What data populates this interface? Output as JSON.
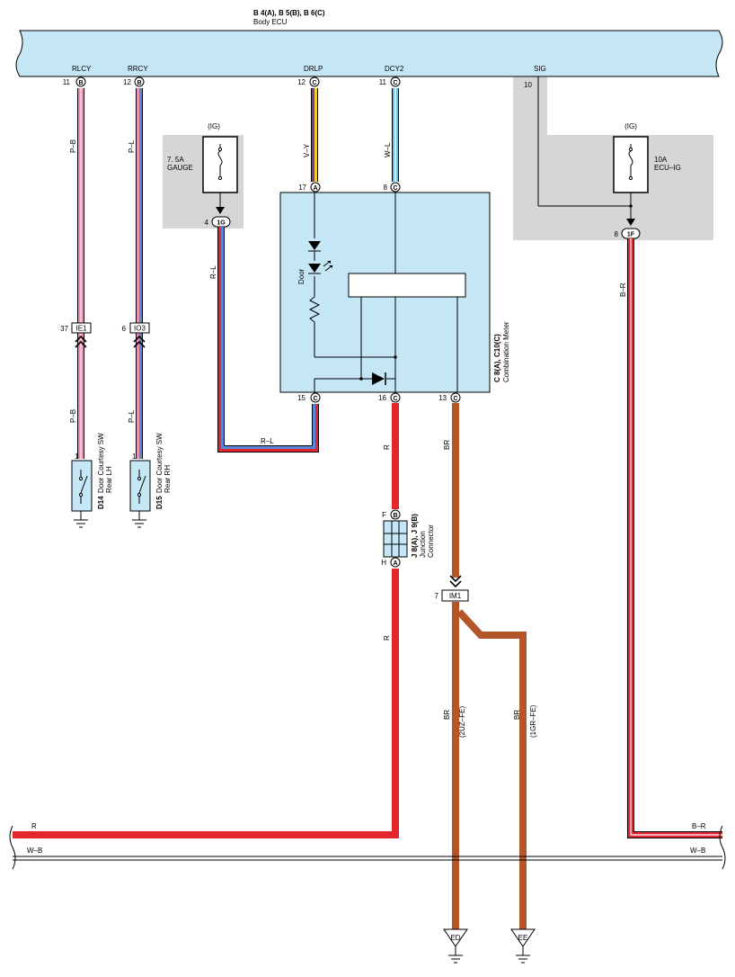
{
  "header": {
    "connectors": "B 4(A), B 5(B), B 6(C)",
    "name": "Body ECU"
  },
  "ecu_terminals": {
    "rlcy": {
      "name": "RLCY",
      "pin": "11",
      "conn": "B"
    },
    "rrcy": {
      "name": "RRCY",
      "pin": "12",
      "conn": "B"
    },
    "drlp": {
      "name": "DRLP",
      "pin": "12",
      "conn": "C"
    },
    "dcy2": {
      "name": "DCY2",
      "pin": "11",
      "conn": "C"
    },
    "sig": {
      "name": "SIG",
      "pin": "10"
    }
  },
  "wires": {
    "rlcy_upper": "P–B",
    "rlcy_lower": "P–B",
    "rrcy_upper": "P–L",
    "rrcy_lower": "P–L",
    "drlp": "V–Y",
    "dcy2": "W–L",
    "gauge_vertical": "R–L",
    "gauge_horizontal": "R–L",
    "pin16_upper": "R",
    "pin16_lower": "R",
    "pin13": "BR",
    "sig_out": "B–R",
    "br_2uz": "BR",
    "br_2uz_note": "(2UZ–FE)",
    "br_1gr": "BR",
    "br_1gr_note": "(1GR–FE)",
    "bus_r": "R",
    "bus_br": "B–R",
    "bus_wb_left": "W–B",
    "bus_wb_right": "W–B"
  },
  "fuse_gauge": {
    "ig": "(IG)",
    "rating": "7. 5A",
    "name": "GAUGE",
    "pin": "4",
    "conn": "1G"
  },
  "fuse_ecu": {
    "ig": "(IG)",
    "rating": "10A",
    "name": "ECU–IG",
    "pin": "8",
    "conn": "1F"
  },
  "meter": {
    "connectors": "C 8(A), C10(C)",
    "name": "Combination Meter",
    "door_label": "Door",
    "pin17": "17",
    "pin17_conn": "A",
    "pin8": "8",
    "pin8_conn": "C",
    "pin15": "15",
    "pin15_conn": "C",
    "pin16": "16",
    "pin16_conn": "C",
    "pin13": "13",
    "pin13_conn": "C"
  },
  "connectors_inline": {
    "ie1": {
      "pin": "37",
      "name": "IE1"
    },
    "io3": {
      "pin": "6",
      "name": "IO3"
    },
    "im1": {
      "pin": "7",
      "name": "IM1"
    }
  },
  "switches": {
    "d14": {
      "pin": "1",
      "code": "D14",
      "line1": "Door Courtesy SW",
      "line2": "Rear LH"
    },
    "d15": {
      "pin": "1",
      "code": "D15",
      "line1": "Door Courtesy SW",
      "line2": "Rear RH"
    }
  },
  "junction": {
    "code": "J 8(A), J 9(B)",
    "line1": "Junction",
    "line2": "Connector",
    "top_pin": "F",
    "top_conn": "B",
    "bottom_pin": "H",
    "bottom_conn": "A"
  },
  "grounds": {
    "ed": "ED",
    "ee": "EE"
  },
  "colors": {
    "ecu_fill": "#c5e7f5",
    "shade": "#d6d6d6",
    "red": "#e3262b",
    "brown": "#b5552a",
    "pink": "#e98eb5",
    "blue": "#5a86d6",
    "purple": "#7a3f9e",
    "yellow": "#f2d024",
    "cyan": "#59c6e6"
  }
}
